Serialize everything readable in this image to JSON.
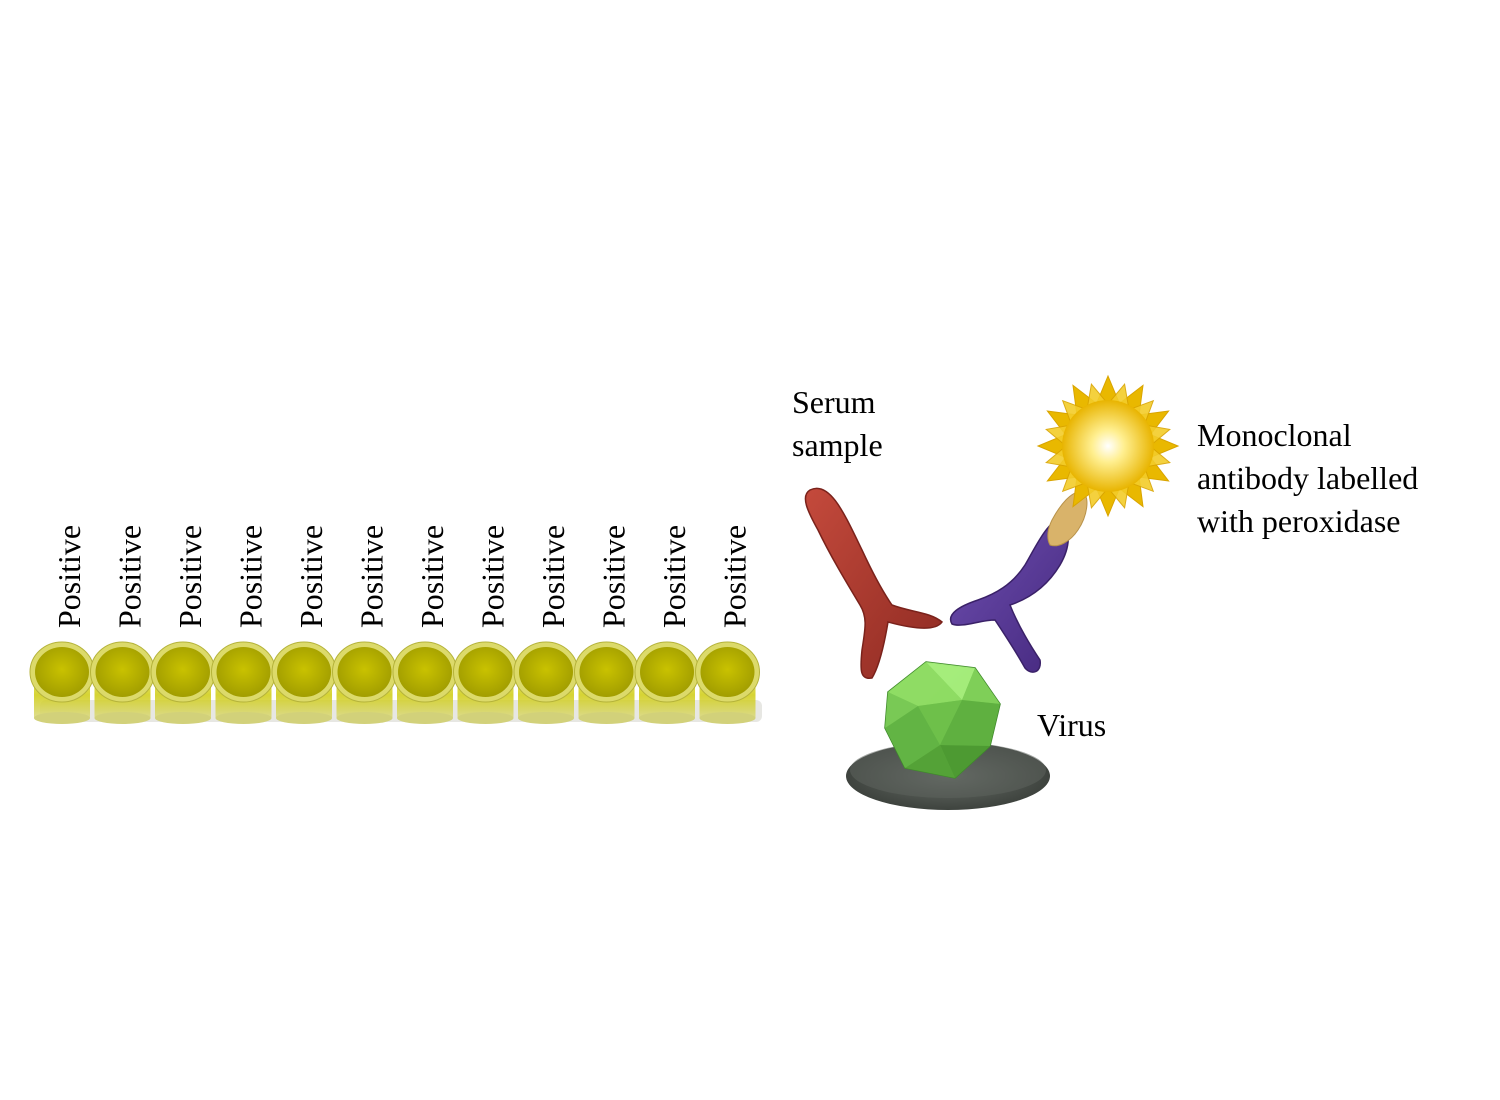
{
  "wells": {
    "labels": [
      "Positive",
      "Positive",
      "Positive",
      "Positive",
      "Positive",
      "Positive",
      "Positive",
      "Positive",
      "Positive",
      "Positive",
      "Positive",
      "Positive"
    ],
    "color": "#d4d000"
  },
  "labels": {
    "serum_line1": "Serum",
    "serum_line2": "sample",
    "mab_line1": "Monoclonal",
    "mab_line2": "antibody labelled",
    "mab_line3": "with peroxidase",
    "virus": "Virus"
  },
  "colors": {
    "serum_antibody": "#b0382e",
    "monoclonal_antibody": "#5a3a9a",
    "peroxidase": "#f5c800",
    "virus": "#7ed957",
    "plate": "#555b55"
  }
}
